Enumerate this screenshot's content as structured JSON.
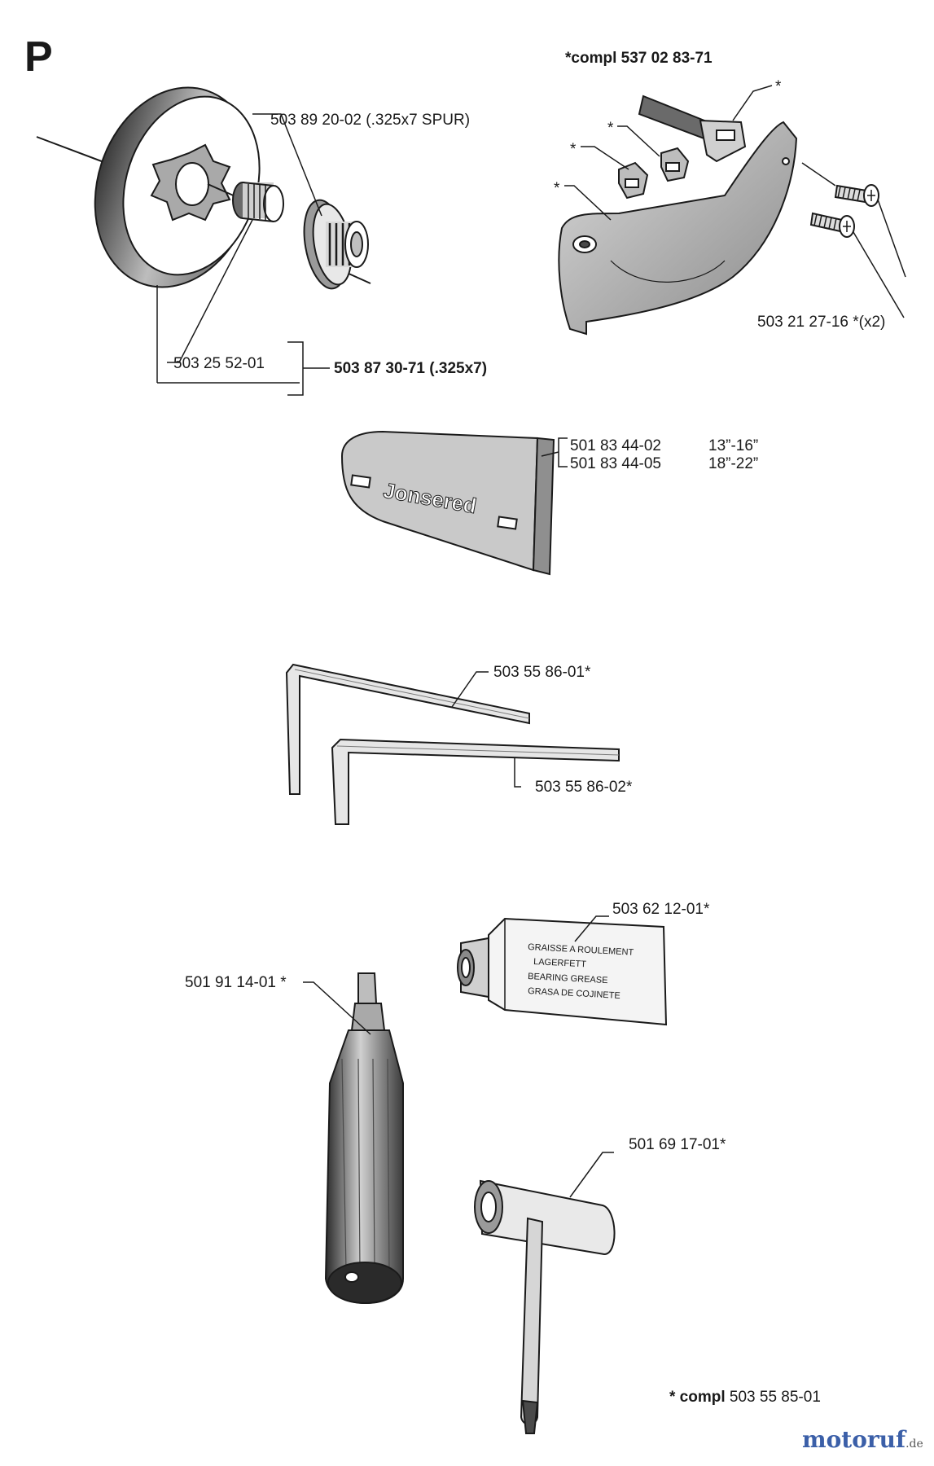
{
  "section_letter": "P",
  "group1": {
    "part_spur": "503 89 20-02 (.325x7 SPUR)",
    "part_bearing": "503 25 52-01",
    "kit": "503 87 30-71 (.325x7)"
  },
  "group2": {
    "compl": "*compl 537 02 83-71",
    "star": "*",
    "screws": "503 21 27-16 *(x2)"
  },
  "group3": {
    "rows": [
      {
        "part": "501 83 44-02",
        "size": "13”-16”"
      },
      {
        "part": "501 83 44-05",
        "size": "18”-22”"
      }
    ],
    "brand_text": "Jonsered"
  },
  "group4": {
    "key1": "503 55 86-01*",
    "key2": "503 55 86-02*"
  },
  "group5": {
    "grease": "503 62 12-01*",
    "grease_lines": [
      "GRAISSE A ROULEMENT",
      "LAGERFETT",
      "BEARING GREASE",
      "GRASA DE COJINETE"
    ],
    "handle": "501 91 14-01 *",
    "wrench": "501 69 17-01*",
    "compl_star": "* compl",
    "compl_part": "503 55 85-01"
  },
  "watermark": {
    "name": "motoruf",
    "tld": ".de"
  },
  "colors": {
    "ink": "#1a1a1a",
    "shade": "#b8b8b8",
    "dark": "#4a4a4a"
  }
}
